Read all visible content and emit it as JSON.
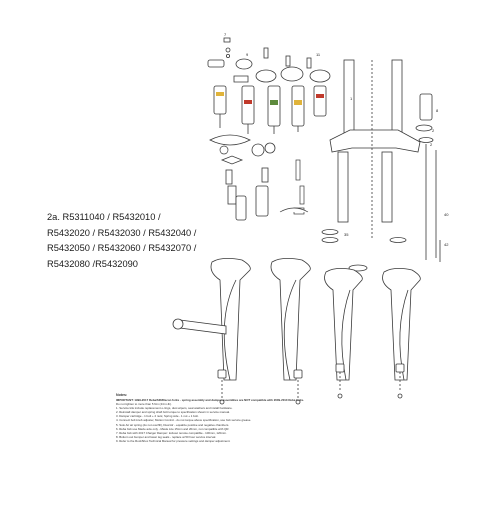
{
  "title_lines": [
    "2a. R5311040 / R5432010 /",
    "R5432020 / R5432030 / R5432040 /",
    "R5432050 / R5432060 / R5432070 /",
    "R5432080 /R5432090"
  ],
  "notes": {
    "title": "Notes:",
    "lines": [
      "IMPORTANT: 1999-2017 Reba/SID/Recon forks - spring assembly and damper assemblies are NOT compatible with 2009-2010 Reba forks.",
      "Do not tighten to more than 5 Nm (44 in-lb).",
      "1. Service kits include replacement o-rings, dust wipers, seal washers and install hardware.",
      "2. Reinstall damper and spring shaft bolt torque to specification shown in service manual.",
      "3. Damper cartridge - 1 bolt + 2 nuts; Spring side - 1 nut + 1 bolt.",
      "4. Connect bolt knob adjuster, Motion Control - do not torque above specification, use fork service grease.",
      "5. Solo Air air spring (do not overfill), Dual Air - equalize positive and negative chambers.",
      "6. Reba fork use Maxle axle only - Maxle Lite 15mm and 20mm, not compatible with QR.",
      "7. Reba fork with 2017 Charger Damper: lockout remote compatible - 100mm, 120mm.",
      "8. Bottom out bumper and lower leg seals - replace at 50 hour service interval.",
      "9. Refer to the RockShox Technical Manual for pressure settings and damper adjustment."
    ]
  },
  "callouts": [
    "7",
    "9",
    "11",
    "1",
    "8",
    "2",
    "2",
    "35",
    "42",
    "40"
  ],
  "colors": {
    "line": "#3a3a3a",
    "part_fill": "#ffffff",
    "tint_red": "#c0392b",
    "tint_green": "#5d8a3c",
    "tint_yellow": "#e0b33a"
  }
}
